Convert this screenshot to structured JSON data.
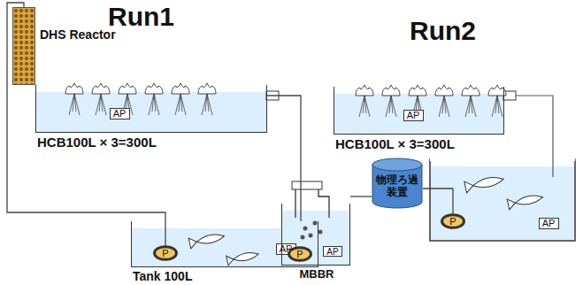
{
  "diagram": {
    "nodes": [
      {
        "text": [
          "DHS Reactor"
        ]
      },
      {
        "text": [
          "HCB100L × 3=300L"
        ]
      },
      {
        "text": [
          "AP"
        ],
        "in": 1
      },
      {
        "text": [
          "Tank 100L"
        ]
      },
      {
        "text": [
          "P"
        ],
        "in": 3
      },
      {
        "text": [
          "AP"
        ],
        "in": 3
      },
      {
        "text": [
          "HCB100L × 3=300L"
        ]
      },
      {
        "text": [
          "AP"
        ],
        "in": 6
      },
      {
        "text": [
          "MBBR"
        ]
      },
      {
        "text": [
          "P"
        ],
        "in": 8
      },
      {
        "text": [
          "AP"
        ],
        "in": 8
      },
      {
        "text": [
          "物理ろ過装置"
        ]
      },
      {
        "text": [
          "P"
        ]
      },
      {
        "text": [
          "AP"
        ]
      }
    ],
    "edges": [
      {
        "from": 4,
        "to": 0,
        "arrow": "none"
      },
      {
        "from": 1,
        "to": 3,
        "arrow": "none"
      },
      {
        "from": 8,
        "to": 11,
        "arrow": "none"
      },
      {
        "from": 11,
        "to": 12,
        "arrow": "none"
      }
    ],
    "labels": [
      "Run1",
      "Run2"
    ]
  }
}
